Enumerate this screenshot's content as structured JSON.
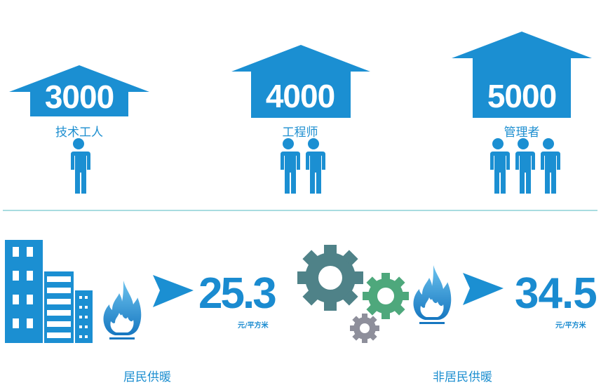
{
  "colors": {
    "primary_blue": "#1b8fd2",
    "divider": "#a8dce0",
    "gear_large": "#4f8288",
    "gear_medium": "#4ea87c",
    "gear_small": "#8e8f9b",
    "flame_top": "#5bb8ea",
    "flame_bottom": "#1677c0"
  },
  "staff": [
    {
      "count": "3000",
      "role": "技术工人",
      "people": 1,
      "icon": "house-icon"
    },
    {
      "count": "4000",
      "role": "工程师",
      "people": 2,
      "icon": "house-icon"
    },
    {
      "count": "5000",
      "role": "管理者",
      "people": 3,
      "icon": "house-icon"
    }
  ],
  "heating": [
    {
      "value": "25.3",
      "unit": "元/平方米",
      "caption": "居民供暖",
      "icon": "buildings-icon"
    },
    {
      "value": "34.5",
      "unit": "元/平方米",
      "caption": "非居民供暖",
      "icon": "gears-icon"
    }
  ]
}
